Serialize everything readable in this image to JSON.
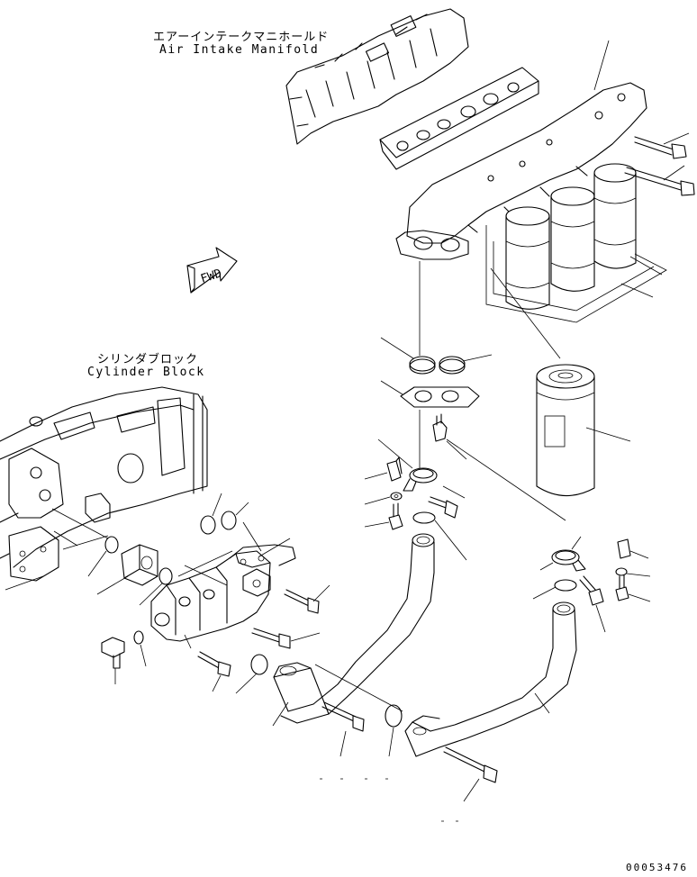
{
  "labels": {
    "manifold_jp": "エアーインテークマニホールド",
    "manifold_en": "Air Intake Manifold",
    "cylinder_jp": "シリンダブロック",
    "cylinder_en": "Cylinder Block",
    "fwd": "FWD"
  },
  "drawing_number": "00053476"
}
